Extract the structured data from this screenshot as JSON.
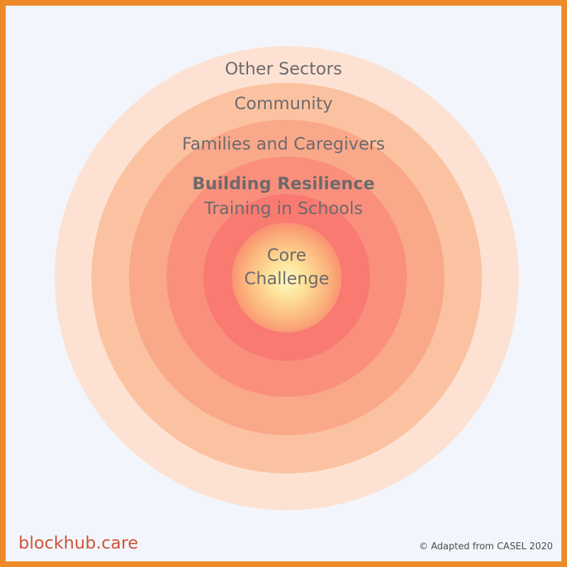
{
  "colors": {
    "border": "#ee8a2a",
    "background": "#f2f6fc",
    "text": "#6e6a6c",
    "brand": "#d2533a",
    "ring_other_sectors": "#fde2d3",
    "ring_community": "#fbc2a2",
    "ring_families": "#f9a889",
    "ring_schools_outer": "#f98f7c",
    "ring_schools_inner": "#f87a71",
    "core_center": "#fff9c4"
  },
  "rings": {
    "other_sectors": "Other Sectors",
    "community": "Community",
    "families": "Families and Caregivers",
    "schools_bold": "Building Resilience",
    "schools": "Training in Schools"
  },
  "core": {
    "line1": "Core",
    "line2": "Challenge"
  },
  "footer": {
    "brand": "blockhub.care",
    "credit": "© Adapted from CASEL 2020"
  }
}
